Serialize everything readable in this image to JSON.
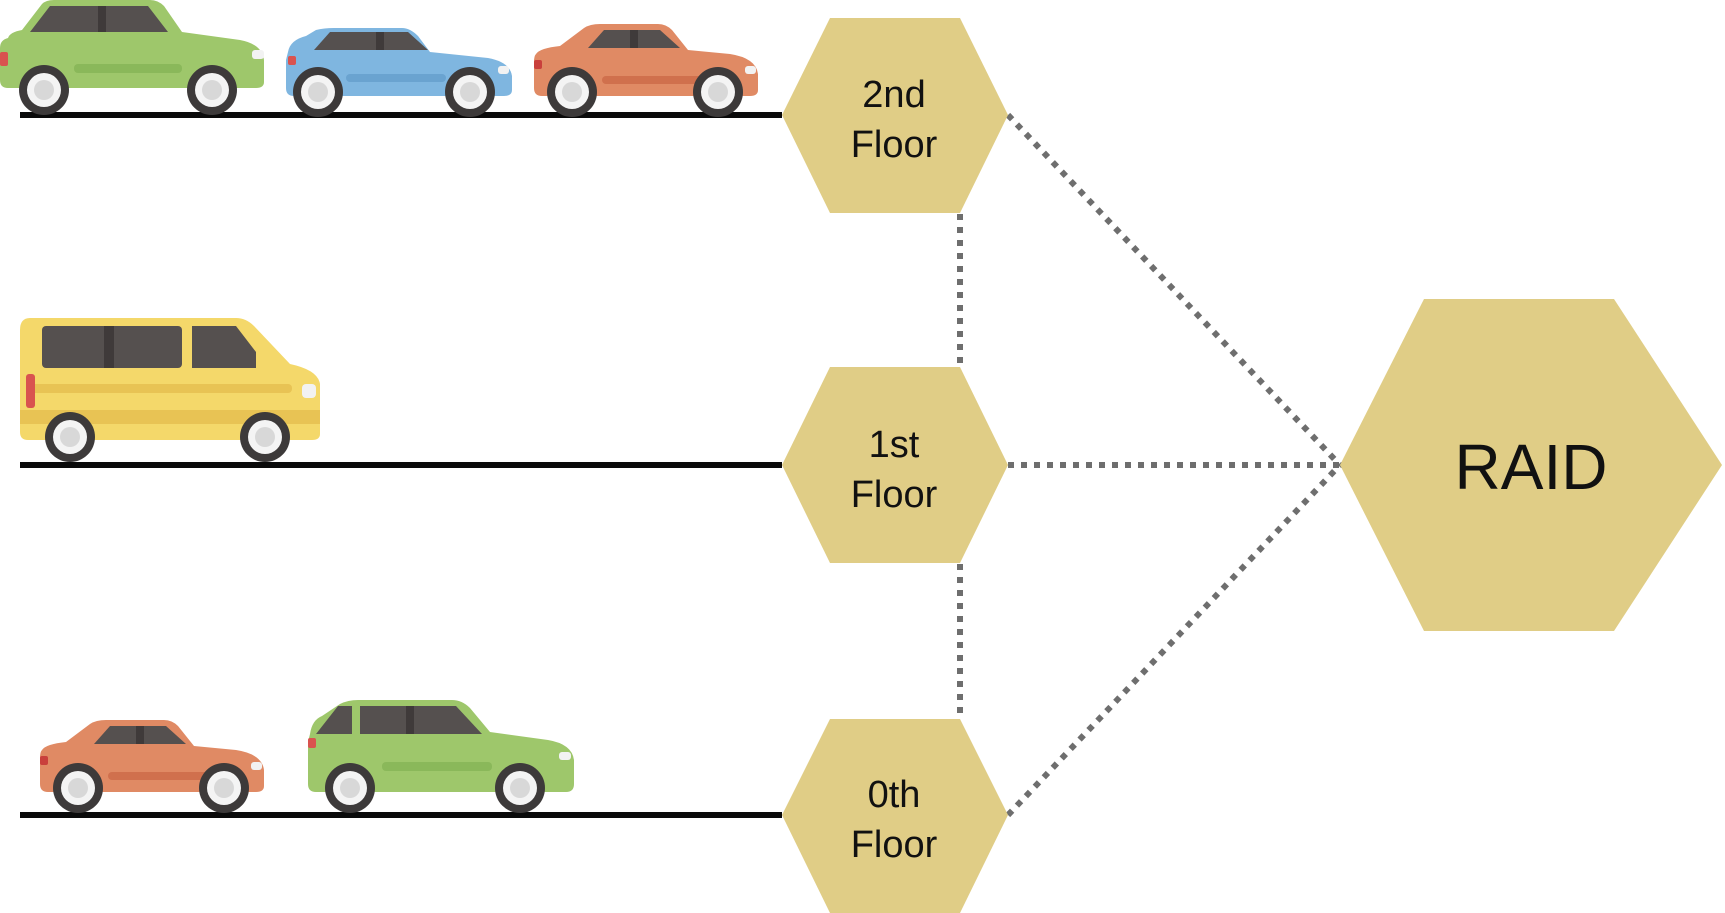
{
  "colors": {
    "hexagon": "#e0cd86",
    "road": "#0a0a0a",
    "connector": "#6e6e6e",
    "label": "#111111",
    "car_green": "#9ec76b",
    "car_blue": "#7fb6e0",
    "car_orange": "#e08a64",
    "van_yellow": "#f4d86a"
  },
  "floors": [
    {
      "id": "floor-2",
      "line1": "2nd",
      "line2": "Floor",
      "vehicles": [
        {
          "type": "wagon",
          "color": "green"
        },
        {
          "type": "hatchback",
          "color": "blue"
        },
        {
          "type": "sedan",
          "color": "orange"
        }
      ]
    },
    {
      "id": "floor-1",
      "line1": "1st",
      "line2": "Floor",
      "vehicles": [
        {
          "type": "van",
          "color": "yellow"
        }
      ]
    },
    {
      "id": "floor-0",
      "line1": "0th",
      "line2": "Floor",
      "vehicles": [
        {
          "type": "sedan",
          "color": "orange"
        },
        {
          "type": "hatchback",
          "color": "green"
        }
      ]
    }
  ],
  "raid": {
    "label": "RAID"
  },
  "connections": [
    {
      "from": "floor-2",
      "to": "RAID"
    },
    {
      "from": "floor-1",
      "to": "RAID"
    },
    {
      "from": "floor-0",
      "to": "RAID"
    },
    {
      "from": "floor-2",
      "to": "floor-1"
    },
    {
      "from": "floor-1",
      "to": "floor-0"
    }
  ]
}
